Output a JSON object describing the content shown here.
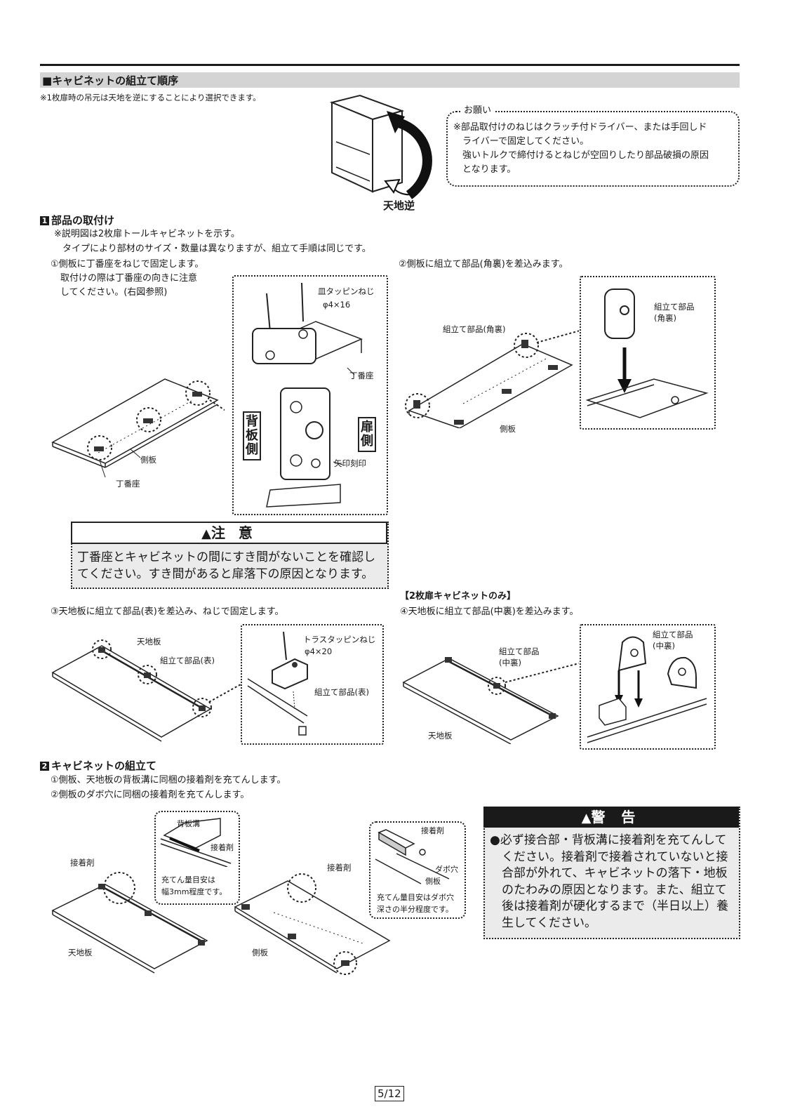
{
  "section": {
    "title": "■キャビネットの組立て順序",
    "note": "※1枚扉時の吊元は天地を逆にすることにより選択できます。",
    "flip_label": "天地逆"
  },
  "request": {
    "title": "お願い",
    "lines": [
      "※部品取付けのねじはクラッチ付ドライバー、または手回しド",
      "ライバーで固定してください。",
      "強いトルクで締付けるとねじが空回りしたり部品破損の原因",
      "となります。"
    ]
  },
  "part1": {
    "num": "1",
    "title": "部品の取付け",
    "notes": [
      "※説明図は2枚扉トールキャビネットを示す。",
      "タイプにより部材のサイズ・数量は異なりますが、組立て手順は同じです。"
    ],
    "step1": [
      "①側板に丁番座をねじで固定します。",
      "取付けの際は丁番座の向きに注意",
      "してください。(右図参照)"
    ],
    "step1_labels": {
      "screw": "皿タッピンねじ",
      "screw_size": "φ4×16",
      "hinge_base": "丁番座",
      "back_side": "背板側",
      "door_side": "扉側",
      "arrow_mark": "矢印刻印",
      "side_panel": "側板",
      "hinge_base_2": "丁番座"
    },
    "step2": "②側板に組立て部品(角裏)を差込みます。",
    "step2_labels": {
      "part_l1": "組立て部品",
      "part_l2": "(角裏)",
      "part_inline": "組立て部品(角裏)",
      "side_panel": "側板"
    },
    "caution": {
      "title": "注 意",
      "lines": [
        "丁番座とキャビネットの間にすき間がないことを確認し",
        "てください。すき間があると扉落下の原因となります。"
      ]
    },
    "step3": "③天地板に組立て部品(表)を差込み、ねじで固定します。",
    "step3_labels": {
      "top_board": "天地板",
      "part_front": "組立て部品(表)",
      "screw": "トラスタッピンねじ",
      "screw_size": "φ4×20",
      "part_front_2": "組立て部品(表)"
    },
    "two_door_only": "【2枚扉キャビネットのみ】",
    "step4": "④天地板に組立て部品(中裏)を差込みます。",
    "step4_labels": {
      "part_l1": "組立て部品",
      "part_l2": "(中裏)",
      "top_board": "天地板",
      "part_r1": "組立て部品",
      "part_r2": "(中裏)"
    }
  },
  "part2": {
    "num": "2",
    "title": "キャビネットの組立て",
    "steps": [
      "①側板、天地板の背板溝に同梱の接着剤を充てんします。",
      "②側板のダボ穴に同梱の接着剤を充てんします。"
    ],
    "labels": {
      "groove": "背板溝",
      "adhesive": "接着剤",
      "adhesive_l": "接着剤",
      "amount1_l1": "充てん量目安は",
      "amount1_l2": "幅3mm程度です。",
      "top_board": "天地板",
      "adhesive_mid": "接着剤",
      "side_panel": "側板",
      "adhesive_r": "接着剤",
      "dowel_hole": "ダボ穴",
      "side_panel_r": "側板",
      "amount2_l1": "充てん量目安はダボ穴",
      "amount2_l2": "深さの半分程度です。"
    },
    "warning": {
      "title": "警 告",
      "lines": [
        "●必ず接合部・背板溝に接着剤を充てんして",
        "ください。接着剤で接着されていないと接",
        "合部が外れて、キャビネットの落下・地板",
        "のたわみの原因となります。また、組立て",
        "後は接着剤が硬化するまで（半日以上）養",
        "生してください。"
      ]
    }
  },
  "page_number": "5/12"
}
